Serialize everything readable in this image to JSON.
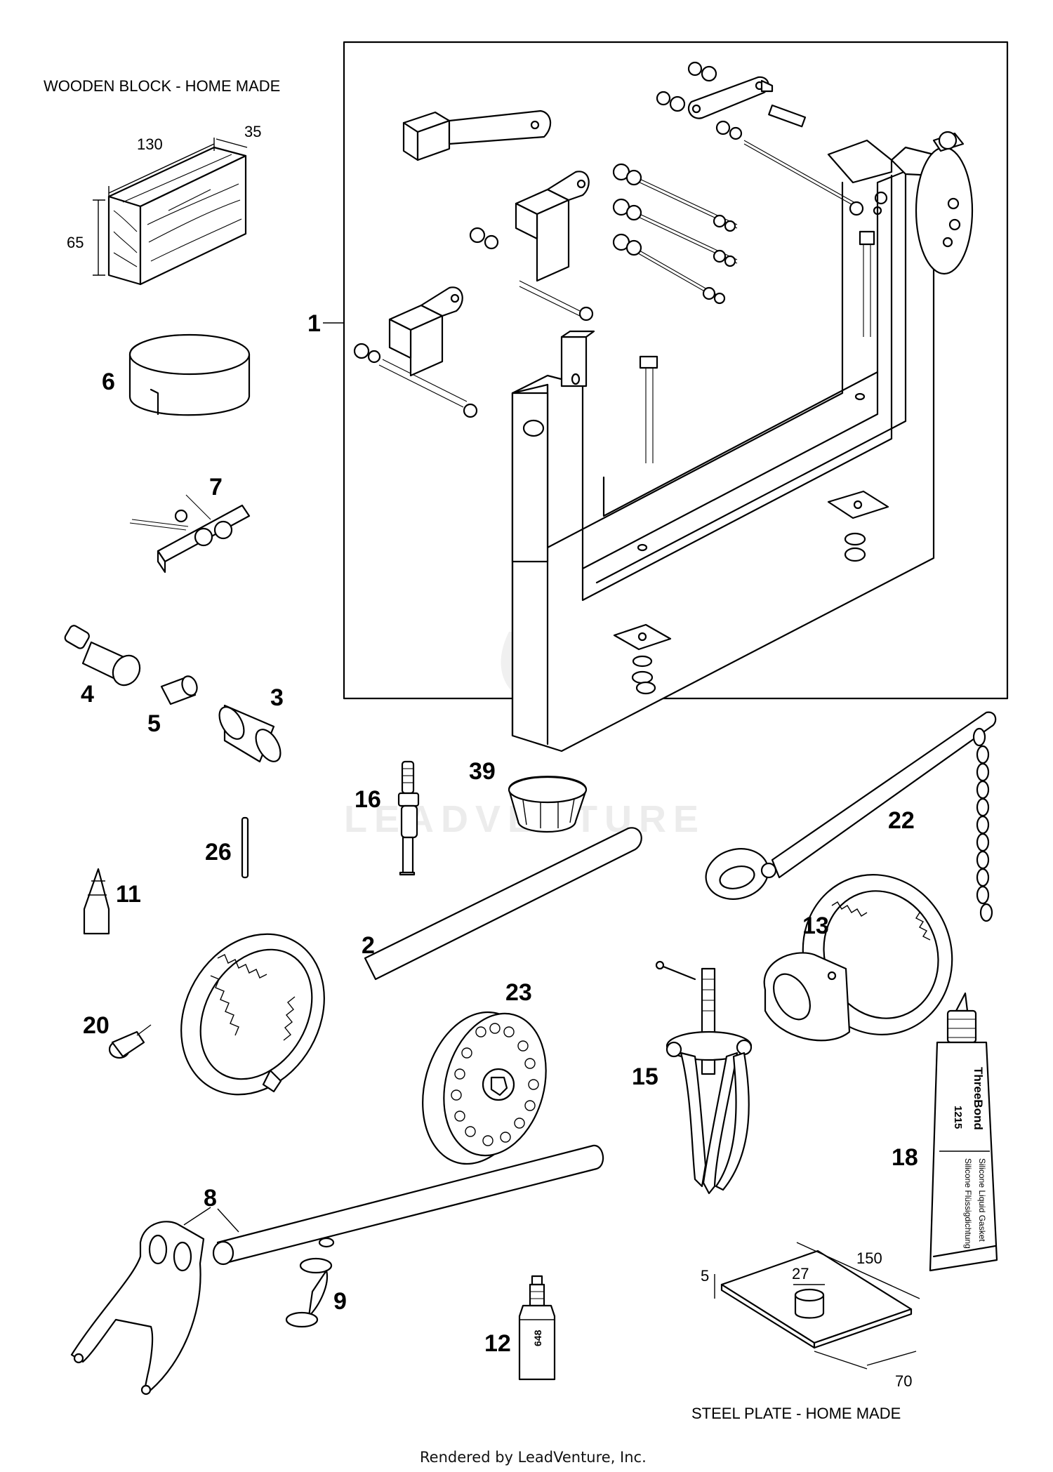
{
  "footer": "Rendered by LeadVenture, Inc.",
  "watermark": "LEADVENTURE",
  "captions": {
    "wooden_block": "WOODEN BLOCK - HOME MADE",
    "steel_plate": "STEEL PLATE - HOME MADE"
  },
  "dimensions": {
    "block_length": "130",
    "block_depth": "35",
    "block_height": "65",
    "plate_thickness": "5",
    "plate_boss": "27",
    "plate_length": "150",
    "plate_width": "70"
  },
  "callouts": {
    "c1": "1",
    "c2": "2",
    "c3": "3",
    "c4": "4",
    "c5": "5",
    "c6": "6",
    "c7": "7",
    "c8": "8",
    "c9": "9",
    "c11": "11",
    "c12": "12",
    "c13": "13",
    "c15": "15",
    "c16": "16",
    "c18": "18",
    "c20": "20",
    "c22": "22",
    "c23": "23",
    "c26": "26",
    "c39": "39"
  },
  "tube_18": {
    "brand": "ThreeBond",
    "code": "1215",
    "text_a": "Silicone Liquid Gasket",
    "text_b": "Silicone Flüssigdichtung"
  },
  "bottle_12": {
    "code": "648"
  },
  "colors": {
    "line": "#000000",
    "background": "#ffffff",
    "watermark": "#ececec"
  }
}
